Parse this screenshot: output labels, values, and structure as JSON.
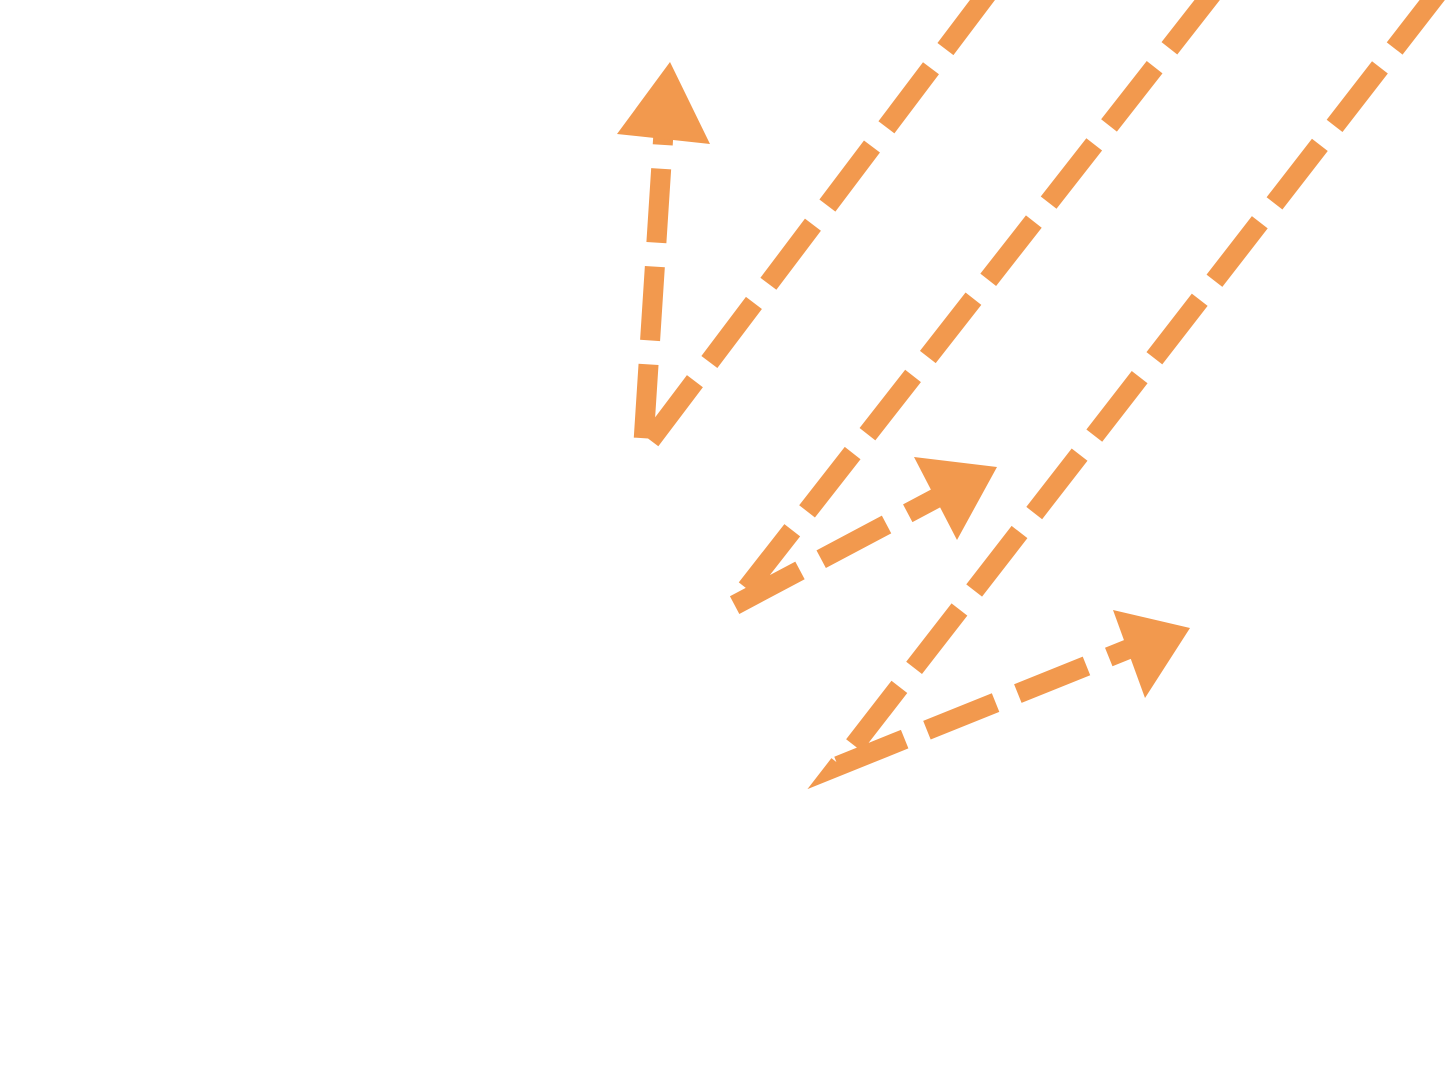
{
  "diagram": {
    "background_color": "#ffffff",
    "stroke_color": "#F2994E",
    "line_style": "dashed",
    "paths": [
      {
        "name": "reflected-ray-1",
        "segments": 2,
        "end": "arrowhead"
      },
      {
        "name": "reflected-ray-2",
        "segments": 2,
        "end": "arrowhead"
      },
      {
        "name": "reflected-ray-3",
        "segments": 2,
        "end": "arrowhead"
      }
    ]
  }
}
